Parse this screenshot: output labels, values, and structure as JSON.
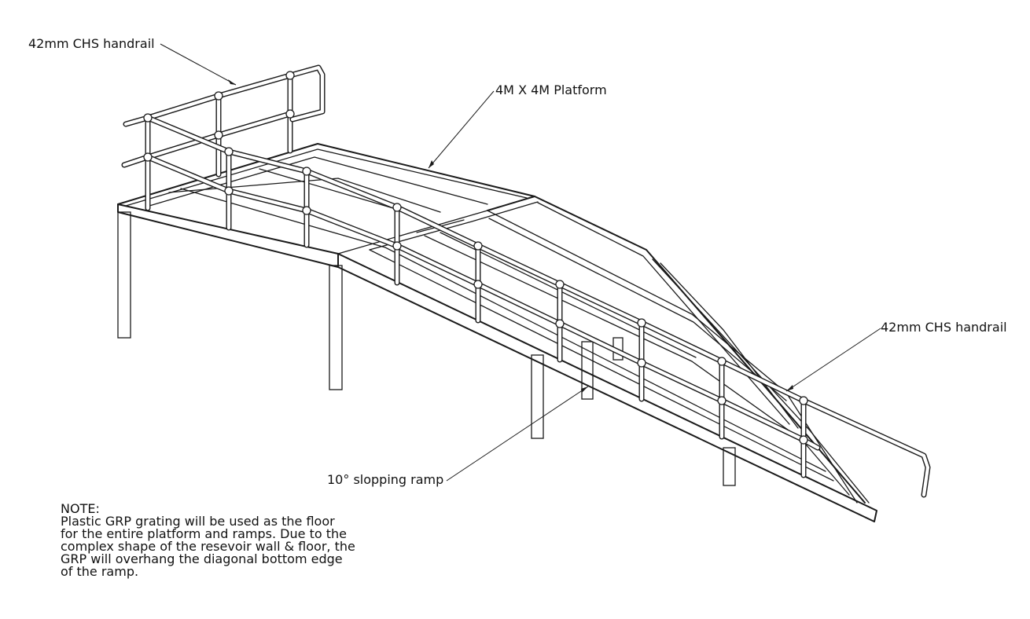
{
  "labels": {
    "handrail_top": "42mm CHS handrail",
    "platform": "4M X 4M Platform",
    "handrail_right": "42mm CHS handrail",
    "ramp": "10° slopping ramp"
  },
  "note": {
    "title": "NOTE:",
    "lines": [
      "Plastic GRP grating will be used as the floor",
      "for the entire platform and ramps. Due to the",
      "complex shape of the resevoir wall & floor, the",
      "GRP will overhang the diagonal bottom edge",
      "of the ramp."
    ]
  },
  "colors": {
    "line": "#1a1a1a",
    "background": "#ffffff"
  }
}
